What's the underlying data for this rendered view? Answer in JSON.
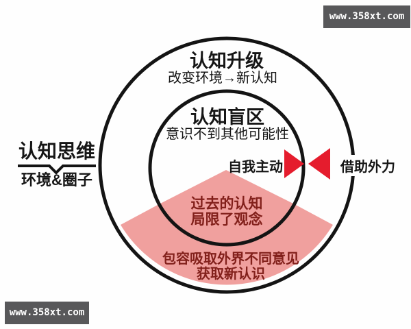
{
  "side_label": {
    "title": "认知思维",
    "subtitle": "环境&圈子"
  },
  "outer_ring": {
    "title": "认知升级",
    "subtitle": "改变环境→新认知"
  },
  "inner_circle": {
    "title": "认知盲区",
    "subtitle": "意识不到其他可能性"
  },
  "arrow_labels": {
    "left": "自我主动",
    "right": "借助外力"
  },
  "inner_wedge": {
    "line1": "过去的认知",
    "line2": "局限了观念"
  },
  "outer_band": {
    "line1": "包容吸取外界不同意见",
    "line2": "获取新认识"
  },
  "watermark_top": {
    "text": "www.358xt.com"
  },
  "watermark_bottom": {
    "text": "www.358xt.com"
  },
  "colors": {
    "pink": "#f0a09e",
    "red": "#e51c2d",
    "line": "#141414",
    "dark_red_text": "#82201b",
    "watermark_bg": "#58585a"
  }
}
